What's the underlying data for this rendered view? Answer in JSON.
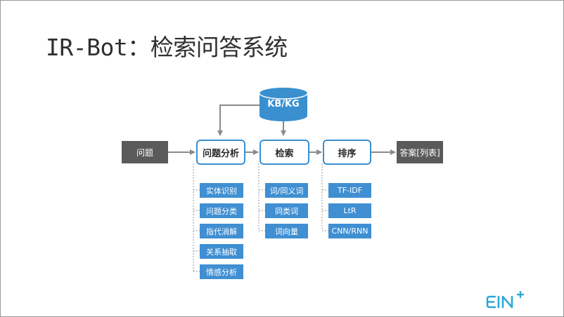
{
  "title": "IR-Bot：检索问答系统",
  "diagram": {
    "input": "问题",
    "knowledge_base": "KB/KG",
    "stages": [
      {
        "label": "问题分析",
        "subtasks": [
          "实体识别",
          "问题分类",
          "指代消解",
          "关系抽取",
          "情感分析"
        ]
      },
      {
        "label": "检索",
        "subtasks": [
          "词/同义词",
          "同类词",
          "词向量"
        ]
      },
      {
        "label": "排序",
        "subtasks": [
          "TF-IDF",
          "LtR",
          "CNN/RNN"
        ]
      }
    ],
    "output": "答案[列表]"
  },
  "colors": {
    "accent": "#3a8fcf",
    "subtask_fill": "#3f8fd2",
    "io_fill": "#5a5a5a",
    "db_fill": "#3a8fcf"
  },
  "logo": {
    "text": "EIN",
    "superscript": "+"
  }
}
